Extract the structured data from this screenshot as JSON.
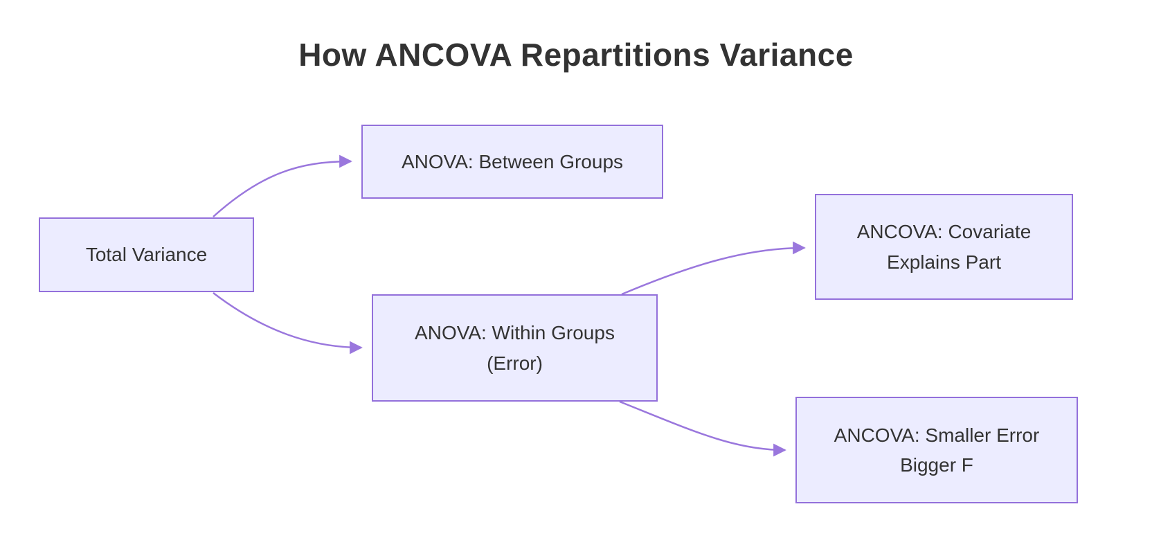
{
  "title": "How ANCOVA Repartitions Variance",
  "theme": {
    "background": "#ffffff",
    "node_fill": "#ECECFF",
    "node_border": "#9370DB",
    "edge_color": "#9a77dd",
    "text_color": "#333333",
    "title_color": "#333333"
  },
  "diagram": {
    "type": "flowchart",
    "direction": "left-to-right",
    "nodes": [
      {
        "id": "total",
        "label": "Total Variance",
        "lines": [
          "Total Variance"
        ]
      },
      {
        "id": "between",
        "label": "ANOVA: Between Groups",
        "lines": [
          "ANOVA: Between Groups"
        ]
      },
      {
        "id": "within",
        "label": "ANOVA: Within Groups (Error)",
        "lines": [
          "ANOVA: Within Groups",
          "(Error)"
        ]
      },
      {
        "id": "covariate",
        "label": "ANCOVA: Covariate Explains Part",
        "lines": [
          "ANCOVA: Covariate",
          "Explains Part"
        ]
      },
      {
        "id": "smaller",
        "label": "ANCOVA: Smaller Error Bigger F",
        "lines": [
          "ANCOVA: Smaller Error",
          "Bigger F"
        ]
      }
    ],
    "edges": [
      {
        "from": "total",
        "to": "between",
        "style": "curved-arrow"
      },
      {
        "from": "total",
        "to": "within",
        "style": "curved-arrow"
      },
      {
        "from": "within",
        "to": "covariate",
        "style": "curved-arrow"
      },
      {
        "from": "within",
        "to": "smaller",
        "style": "curved-arrow"
      }
    ]
  }
}
